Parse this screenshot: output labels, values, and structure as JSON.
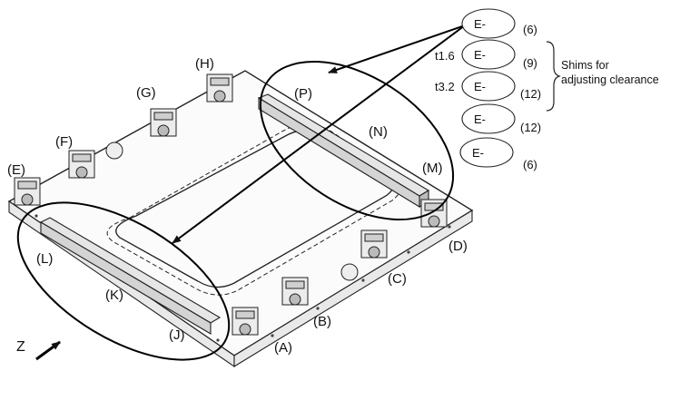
{
  "labels": {
    "A": "(A)",
    "B": "(B)",
    "C": "(C)",
    "D": "(D)",
    "E": "(E)",
    "F": "(F)",
    "G": "(G)",
    "H": "(H)",
    "J": "(J)",
    "K": "(K)",
    "L": "(L)",
    "M": "(M)",
    "N": "(N)",
    "P": "(P)"
  },
  "shims": {
    "items": [
      {
        "code": "E-",
        "thickness": "",
        "qty": "(6)"
      },
      {
        "code": "E-",
        "thickness": "t1.6",
        "qty": "(9)"
      },
      {
        "code": "E-",
        "thickness": "t3.2",
        "qty": "(12)"
      },
      {
        "code": "E-",
        "thickness": "",
        "qty": "(12)"
      },
      {
        "code": "E-",
        "thickness": "",
        "qty": "(6)"
      }
    ],
    "brace_note_line1": "Shims for",
    "brace_note_line2": "adjusting clearance"
  },
  "axis": {
    "label": "Z"
  }
}
